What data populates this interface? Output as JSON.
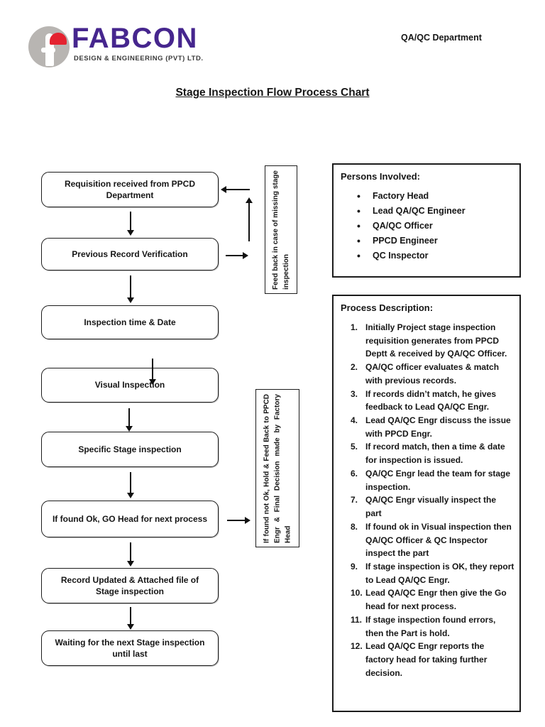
{
  "header": {
    "brand": "FABCON",
    "brand_subtitle": "DESIGN & ENGINEERING (PVT) LTD.",
    "department": "QA/QC Department"
  },
  "title": "Stage Inspection Flow Process Chart",
  "flowchart": {
    "boxes": [
      "Requisition received from PPCD Department",
      "Previous Record Verification",
      "Inspection time & Date",
      "Visual Inspection",
      "Specific Stage inspection",
      "If found Ok, GO Head for next process",
      "Record Updated & Attached file of Stage inspection",
      "Waiting for the next Stage inspection until last"
    ],
    "side_notes": [
      "Feed back in case of missing stage inspection",
      "If found not Ok, Hold & Feed Back to PPCD Engr & Final Decision made by Factory Head"
    ]
  },
  "persons": {
    "title": "Persons Involved:",
    "items": [
      "Factory Head",
      "Lead QA/QC Engineer",
      "QA/QC Officer",
      "PPCD Engineer",
      "QC Inspector"
    ]
  },
  "process": {
    "title": "Process Description:",
    "steps": [
      {
        "num": "1.",
        "text": "Initially Project stage inspection requisition generates from PPCD Deptt & received by QA/QC Officer."
      },
      {
        "num": "2.",
        "text": "QA/QC officer evaluates & match with previous records."
      },
      {
        "num": "3.",
        "text": "If records didn’t match, he gives feedback to Lead QA/QC Engr."
      },
      {
        "num": "4.",
        "text": "Lead QA/QC Engr discuss the issue with PPCD Engr."
      },
      {
        "num": "5.",
        "text": "If record match, then a time & date for inspection is issued."
      },
      {
        "num": "6.",
        "text": "QA/QC Engr lead the team for stage inspection."
      },
      {
        "num": "7.",
        "text": "QA/QC Engr visually inspect the part"
      },
      {
        "num": "8.",
        "text": "If found ok in Visual inspection then QA/QC Officer & QC Inspector inspect the part"
      },
      {
        "num": "9.",
        "text": "If stage inspection is OK, they report to Lead QA/QC Engr."
      },
      {
        "num": "10.",
        "text": "Lead QA/QC Engr then give the Go head for next process."
      },
      {
        "num": "11.",
        "text": "If stage inspection found errors, then the Part is hold."
      },
      {
        "num": "12.",
        "text": "Lead QA/QC Engr reports the factory head for taking further decision."
      }
    ]
  },
  "colors": {
    "brand_purple": "#46268e",
    "brand_red": "#e42330",
    "brand_gray": "#b8b5b2",
    "line": "#111111"
  }
}
